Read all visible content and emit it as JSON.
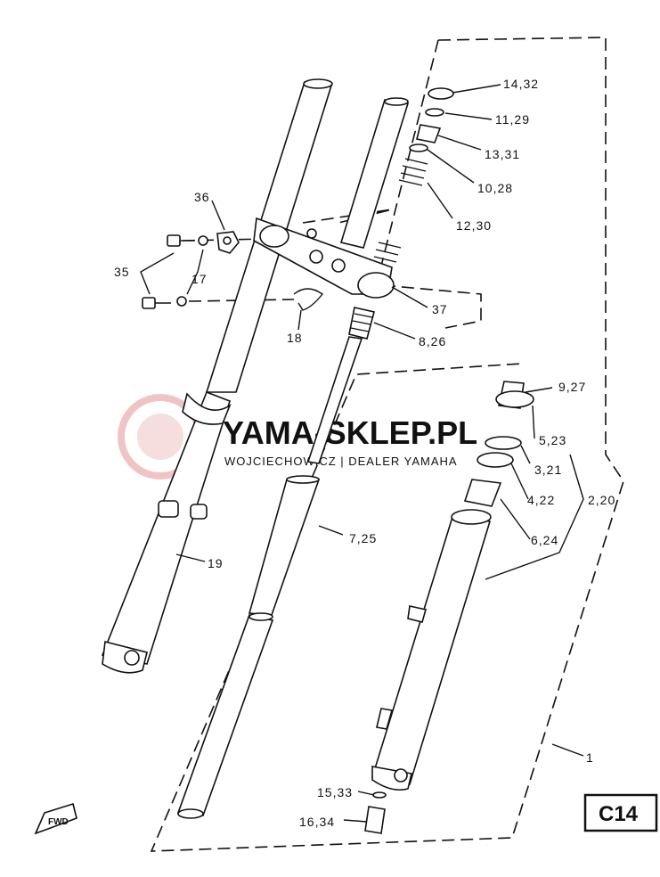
{
  "diagram": {
    "code": "C14",
    "fwd": "FWD",
    "watermark": {
      "brand": "YAMA-SKLEP.PL",
      "sub": "WOJCIECHOWICZ | DEALER YAMAHA"
    },
    "labels": {
      "p1": "1",
      "p2": "2,20",
      "p3": "3,21",
      "p4": "4,22",
      "p5": "5,23",
      "p6": "6,24",
      "p7": "7,25",
      "p8": "8,26",
      "p9": "9,27",
      "p10": "10,28",
      "p11": "11,29",
      "p12": "12,30",
      "p13": "13,31",
      "p14": "14,32",
      "p15": "15,33",
      "p16": "16,34",
      "p17": "17",
      "p18": "18",
      "p19": "19",
      "p35": "35",
      "p36": "36",
      "p37": "37"
    }
  }
}
